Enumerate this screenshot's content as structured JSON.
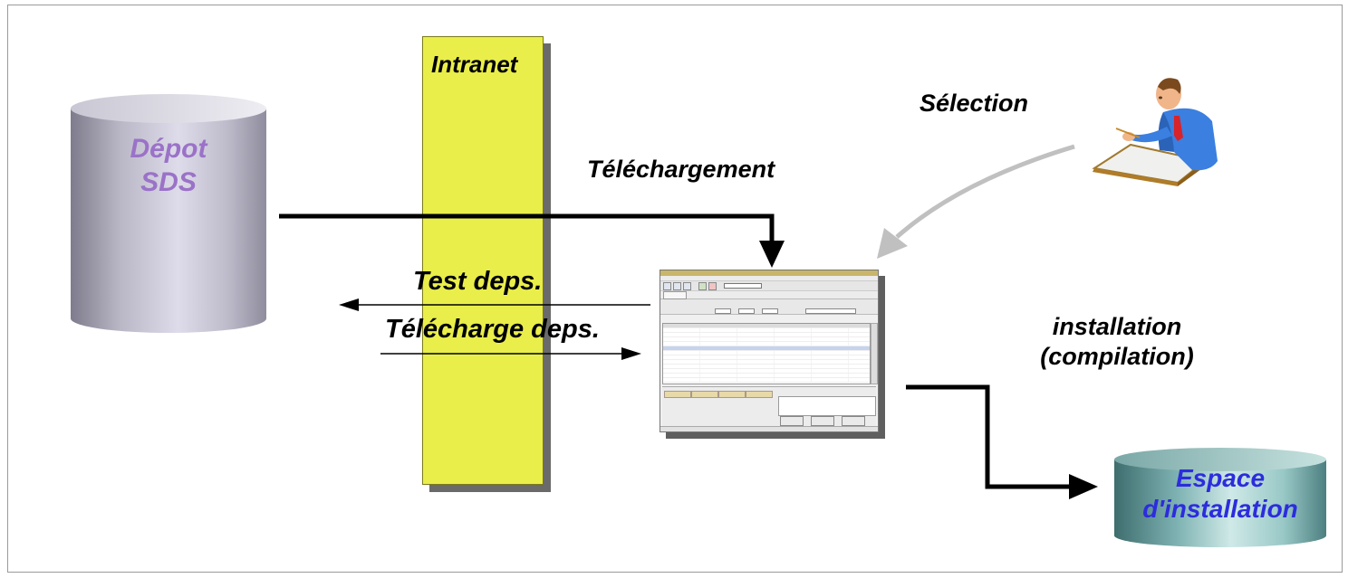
{
  "labels": {
    "intranet": "Intranet",
    "depot": "Dépot\nSDS",
    "selection": "Sélection",
    "telechargement": "Téléchargement",
    "test_deps": "Test deps.",
    "telecharge_deps": "Télécharge deps.",
    "installation": "installation\n(compilation)",
    "espace": "Espace\nd'installation"
  },
  "colors": {
    "intranet_fill": "#e9ee4a",
    "depot_text": "#9b72c8",
    "espace_text": "#2c2cdd",
    "selection_arrow": "#c0c0c0"
  },
  "icons": {
    "user": "person-writing-at-desk-icon",
    "app": "package-manager-window-screenshot"
  }
}
